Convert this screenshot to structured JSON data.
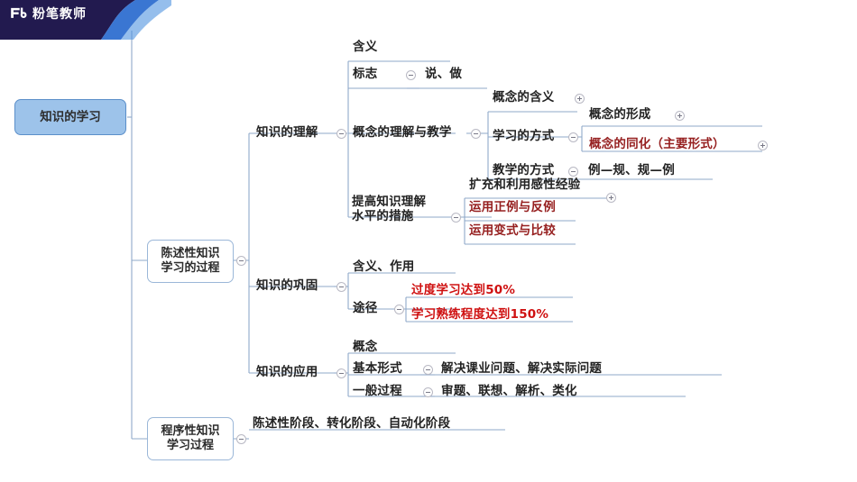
{
  "brand": {
    "logo_mark": "fb-logo-icon",
    "name": "粉笔教师",
    "banner_color": "#221a4f",
    "wave_color": "#2f6fd0"
  },
  "palette": {
    "root_fill": "#9dc3ea",
    "root_border": "#5b8fc9",
    "node_border": "#9bb7d8",
    "link_color": "#8fa9c9",
    "text": "#222222",
    "red_dark": "#962020",
    "red_bright": "#cf1111"
  },
  "mindmap": {
    "root": {
      "label": "知识的学习"
    },
    "branches": [
      {
        "id": "declarative",
        "label": "陈述性知识\n学习的过程",
        "children": [
          {
            "id": "understanding",
            "label": "知识的理解",
            "toggle": "minus",
            "children": [
              {
                "id": "meaning",
                "label": "含义",
                "toggle": "none",
                "children": []
              },
              {
                "id": "sign",
                "label": "标志",
                "toggle": "minus",
                "children": [
                  {
                    "id": "sign-v",
                    "label": "说、做",
                    "toggle": "none"
                  }
                ]
              },
              {
                "id": "concept-teach",
                "label": "概念的理解与教学",
                "toggle": "minus",
                "children": [
                  {
                    "id": "concept-meaning",
                    "label": "概念的含义",
                    "toggle": "plus"
                  },
                  {
                    "id": "learn-way",
                    "label": "学习的方式",
                    "toggle": "minus",
                    "children": [
                      {
                        "id": "concept-form",
                        "label": "概念的形成",
                        "toggle": "plus",
                        "color": "text"
                      },
                      {
                        "id": "concept-assim",
                        "label": "概念的同化（主要形式）",
                        "toggle": "plus",
                        "color": "red_dark"
                      }
                    ]
                  },
                  {
                    "id": "teach-way",
                    "label": "教学的方式",
                    "toggle": "minus",
                    "children": [
                      {
                        "id": "teach-way-v",
                        "label": "例—规、规—例",
                        "toggle": "none"
                      }
                    ]
                  }
                ]
              },
              {
                "id": "improve",
                "label": "提高知识理解\n水平的措施",
                "toggle": "minus",
                "children": [
                  {
                    "id": "expand-exp",
                    "label": "扩充和利用感性经验",
                    "toggle": "plus",
                    "color": "text"
                  },
                  {
                    "id": "pos-neg",
                    "label": "运用正例与反例",
                    "toggle": "none",
                    "color": "red_dark"
                  },
                  {
                    "id": "variant",
                    "label": "运用变式与比较",
                    "toggle": "none",
                    "color": "red_dark"
                  }
                ]
              }
            ]
          },
          {
            "id": "consolidation",
            "label": "知识的巩固",
            "toggle": "minus",
            "children": [
              {
                "id": "cons-meaning",
                "label": "含义、作用",
                "toggle": "none"
              },
              {
                "id": "approach",
                "label": "途径",
                "toggle": "minus",
                "children": [
                  {
                    "id": "overlearn",
                    "label": "过度学习达到50%",
                    "toggle": "none",
                    "color": "red_bright"
                  },
                  {
                    "id": "proficiency",
                    "label": "学习熟练程度达到150%",
                    "toggle": "none",
                    "color": "red_bright"
                  }
                ]
              }
            ]
          },
          {
            "id": "application",
            "label": "知识的应用",
            "toggle": "minus",
            "children": [
              {
                "id": "app-concept",
                "label": "概念",
                "toggle": "none"
              },
              {
                "id": "basic-form",
                "label": "基本形式",
                "toggle": "minus",
                "children": [
                  {
                    "id": "basic-form-v",
                    "label": "解决课业问题、解决实际问题",
                    "toggle": "none"
                  }
                ]
              },
              {
                "id": "general-process",
                "label": "一般过程",
                "toggle": "minus",
                "children": [
                  {
                    "id": "general-process-v",
                    "label": "审题、联想、解析、类化",
                    "toggle": "none"
                  }
                ]
              }
            ]
          }
        ]
      },
      {
        "id": "procedural",
        "label": "程序性知识\n学习过程",
        "toggle": "minus",
        "children": [
          {
            "id": "proc-stages",
            "label": "陈述性阶段、转化阶段、自动化阶段",
            "toggle": "none"
          }
        ]
      }
    ]
  }
}
